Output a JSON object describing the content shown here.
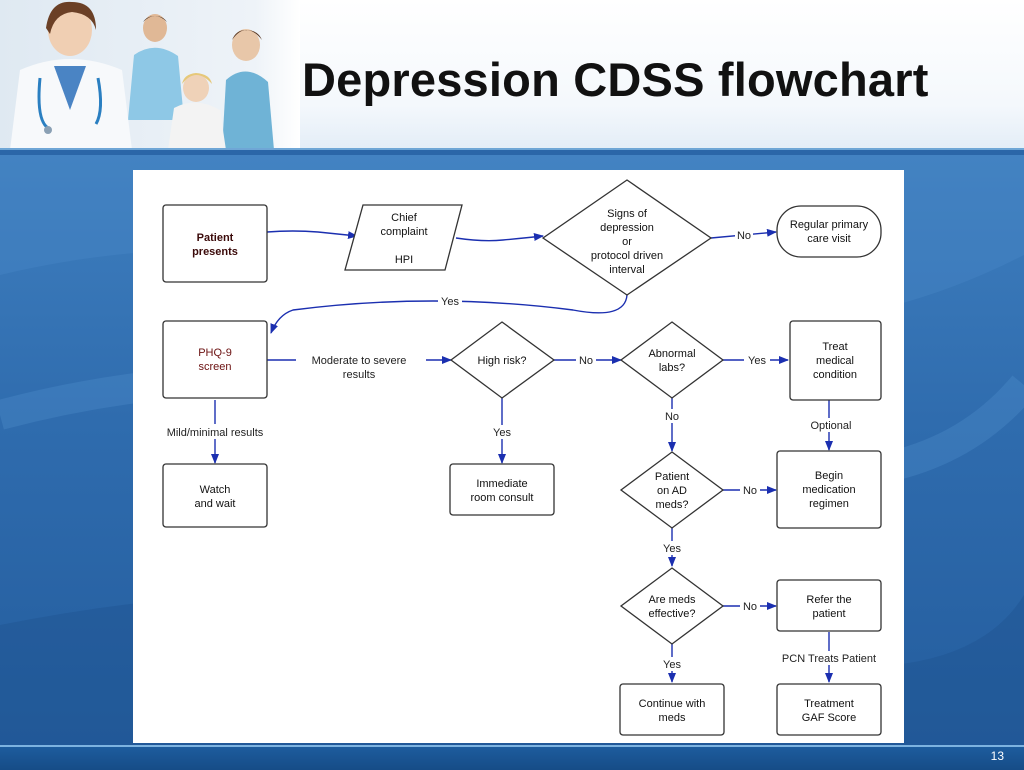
{
  "slide": {
    "title": "Depression CDSS flowchart",
    "page_number": "13",
    "header_image": "medical-staff-photo"
  },
  "colors": {
    "background": "#2b66a8",
    "arrow": "#1b2fb0",
    "node_stroke": "#333333"
  },
  "flowchart": {
    "nodes": {
      "patient_presents": [
        "Patient",
        "presents"
      ],
      "chief_complaint": [
        "Chief",
        "complaint",
        "",
        "HPI"
      ],
      "signs_of_depression": [
        "Signs of",
        "depression",
        "or",
        "protocol driven",
        "interval"
      ],
      "regular_care": [
        "Regular primary",
        "care visit"
      ],
      "phq9": [
        "PHQ-9",
        "screen"
      ],
      "high_risk": [
        "High risk?"
      ],
      "abnormal_labs": [
        "Abnormal",
        "labs?"
      ],
      "treat_medical": [
        "Treat",
        "medical",
        "condition"
      ],
      "watch_wait": [
        "Watch",
        "and wait"
      ],
      "immediate_consult": [
        "Immediate",
        "room consult"
      ],
      "on_ad_meds": [
        "Patient",
        "on AD",
        "meds?"
      ],
      "begin_medication": [
        "Begin",
        "medication",
        "regimen"
      ],
      "meds_effective": [
        "Are meds",
        "effective?"
      ],
      "refer_patient": [
        "Refer the",
        "patient"
      ],
      "continue_meds": [
        "Continue with",
        "meds"
      ],
      "treatment_gaf": [
        "Treatment",
        "GAF Score"
      ]
    },
    "edges": {
      "signs_no": "No",
      "signs_yes": "Yes",
      "moderate_severe": [
        "Moderate to severe",
        "results"
      ],
      "mild_minimal": "Mild/minimal results",
      "high_risk_no": "No",
      "high_risk_yes": "Yes",
      "labs_yes": "Yes",
      "labs_no": "No",
      "optional": "Optional",
      "ad_meds_no": "No",
      "ad_meds_yes": "Yes",
      "effective_no": "No",
      "effective_yes": "Yes",
      "pcn_treats": "PCN Treats Patient"
    }
  }
}
